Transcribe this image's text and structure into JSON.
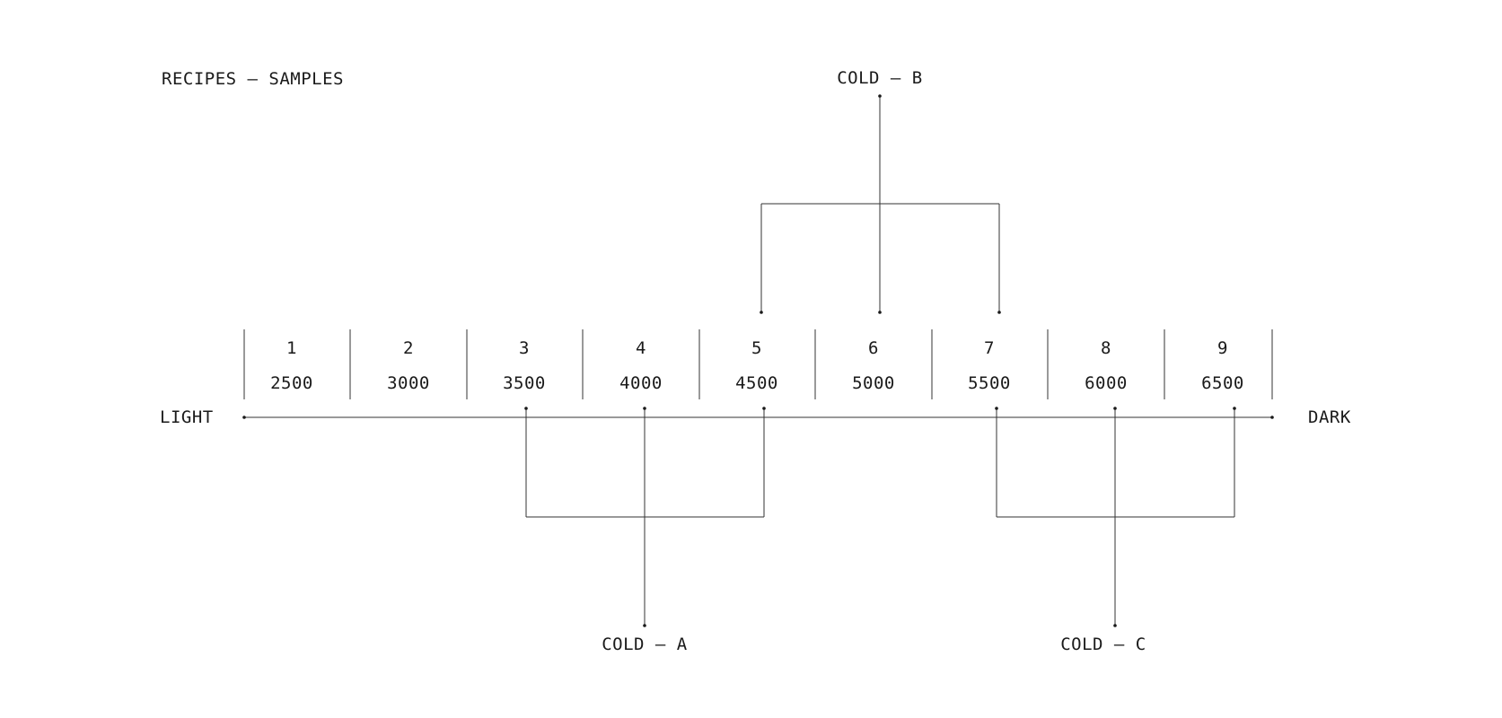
{
  "title": "RECIPES — SAMPLES",
  "scale": {
    "left_label": "LIGHT",
    "right_label": "DARK"
  },
  "samples": [
    {
      "id": "1",
      "value": "2500"
    },
    {
      "id": "2",
      "value": "3000"
    },
    {
      "id": "3",
      "value": "3500"
    },
    {
      "id": "4",
      "value": "4000"
    },
    {
      "id": "5",
      "value": "4500"
    },
    {
      "id": "6",
      "value": "5000"
    },
    {
      "id": "7",
      "value": "5500"
    },
    {
      "id": "8",
      "value": "6000"
    },
    {
      "id": "9",
      "value": "6500"
    }
  ],
  "groups": [
    {
      "label": "COLD — A",
      "samples": [
        "3",
        "4",
        "5"
      ]
    },
    {
      "label": "COLD — B",
      "samples": [
        "5",
        "6",
        "7"
      ]
    },
    {
      "label": "COLD — C",
      "samples": [
        "7",
        "8",
        "9"
      ]
    }
  ],
  "colors": {
    "line": "#333333",
    "text": "#1a1a1a",
    "background": "#ffffff"
  }
}
